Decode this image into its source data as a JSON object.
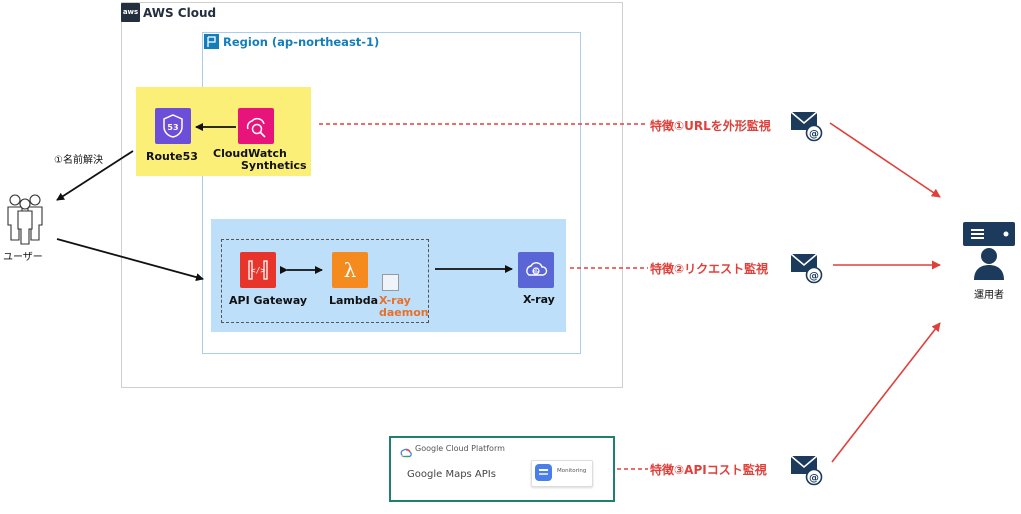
{
  "aws": {
    "logo_text": "aws",
    "title": "AWS Cloud"
  },
  "region": {
    "title": "Region (ap-northeast-1)"
  },
  "services": {
    "route53": "Route53",
    "cloudwatch_line1": "CloudWatch",
    "cloudwatch_line2": "Synthetics",
    "api_gateway": "API Gateway",
    "lambda": "Lambda",
    "xray_daemon_line1": "X-ray",
    "xray_daemon_line2": "daemon",
    "xray": "X-ray"
  },
  "user": {
    "label": "ユーザー",
    "step": "①名前解決"
  },
  "operator": {
    "label": "運用者"
  },
  "features": [
    "特徴①URLを外形監視",
    "特徴②リクエスト監視",
    "特徴③APIコスト監視"
  ],
  "gcp": {
    "title": "Google Cloud Platform",
    "maps": "Google Maps APIs",
    "monitoring": "Monitoring"
  },
  "colors": {
    "route53": "#6b4fd8",
    "cloudwatch": "#e7157b",
    "api_gateway": "#e7352b",
    "lambda": "#f58a1f",
    "xray": "#5a66d6",
    "feature_red": "#e0403a",
    "operator_navy": "#1b3a5c"
  }
}
